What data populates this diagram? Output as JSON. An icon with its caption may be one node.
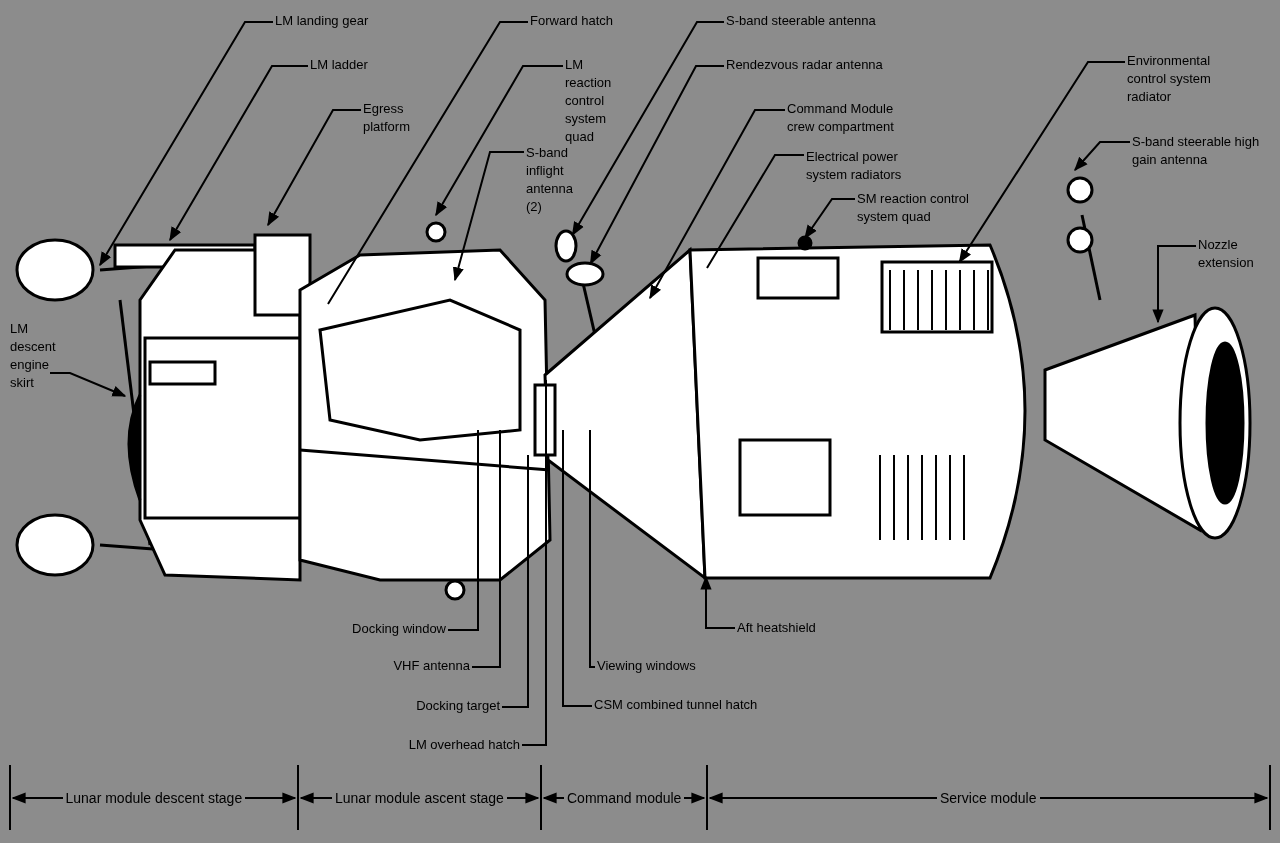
{
  "diagram": {
    "nodes": [
      {
        "text": [
          "LM landing gear"
        ]
      },
      {
        "text": [
          "Forward hatch"
        ]
      },
      {
        "text": [
          "S-band steerable antenna"
        ]
      },
      {
        "text": [
          "LM ladder"
        ]
      },
      {
        "text": [
          "LM reaction control system quad"
        ]
      },
      {
        "text": [
          "Rendezvous radar antenna"
        ]
      },
      {
        "text": [
          "Environmental control system radiator"
        ]
      },
      {
        "text": [
          "Egress platform"
        ]
      },
      {
        "text": [
          "Command Module crew compartment"
        ]
      },
      {
        "text": [
          "S-band inflight antenna (2)"
        ]
      },
      {
        "text": [
          "Electrical power system radiators"
        ]
      },
      {
        "text": [
          "S-band steerable high gain antenna"
        ]
      },
      {
        "text": [
          "SM reaction control system quad"
        ]
      },
      {
        "text": [
          "Nozzle extension"
        ]
      },
      {
        "text": [
          "LM descent engine skirt"
        ]
      },
      {
        "text": [
          "Docking window"
        ]
      },
      {
        "text": [
          "Aft heatshield"
        ]
      },
      {
        "text": [
          "VHF antenna"
        ]
      },
      {
        "text": [
          "Viewing windows"
        ]
      },
      {
        "text": [
          "Docking target"
        ]
      },
      {
        "text": [
          "CSM combined tunnel hatch"
        ]
      },
      {
        "text": [
          "LM overhead hatch"
        ]
      },
      {
        "text": [],
        "shape": "circle"
      },
      {
        "text": [],
        "shape": "box"
      },
      {
        "text": [],
        "shape": "circle"
      }
    ],
    "edges": [
      {
        "from": 0,
        "to": null,
        "arrow": "to"
      },
      {
        "from": 1,
        "to": null,
        "arrow": "none"
      },
      {
        "from": 2,
        "to": 22,
        "arrow": "to"
      },
      {
        "from": 3,
        "to": null,
        "arrow": "to"
      },
      {
        "from": 4,
        "to": null,
        "arrow": "to"
      },
      {
        "from": 5,
        "to": 24,
        "arrow": "to"
      },
      {
        "from": 6,
        "to": 23,
        "arrow": "to"
      },
      {
        "from": 7,
        "to": null,
        "arrow": "to"
      },
      {
        "from": 8,
        "to": null,
        "arrow": "to"
      },
      {
        "from": 9,
        "to": null,
        "arrow": "to"
      },
      {
        "from": 10,
        "to": null,
        "arrow": "none"
      },
      {
        "from": 11,
        "to": null,
        "arrow": "to"
      },
      {
        "from": 12,
        "to": null,
        "arrow": "to"
      },
      {
        "from": 13,
        "to": null,
        "arrow": "to"
      },
      {
        "from": 14,
        "to": null,
        "arrow": "to"
      },
      {
        "from": 15,
        "to": null,
        "arrow": "none"
      },
      {
        "from": 16,
        "to": null,
        "arrow": "to"
      },
      {
        "from": 17,
        "to": null,
        "arrow": "none"
      },
      {
        "from": 18,
        "to": null,
        "arrow": "none"
      },
      {
        "from": 19,
        "to": null,
        "arrow": "none"
      },
      {
        "from": 20,
        "to": null,
        "arrow": "none"
      },
      {
        "from": 21,
        "to": null,
        "arrow": "none"
      }
    ],
    "labels": [
      "Lunar module descent stage",
      "Lunar module ascent stage",
      "Command module",
      "Service module"
    ]
  }
}
